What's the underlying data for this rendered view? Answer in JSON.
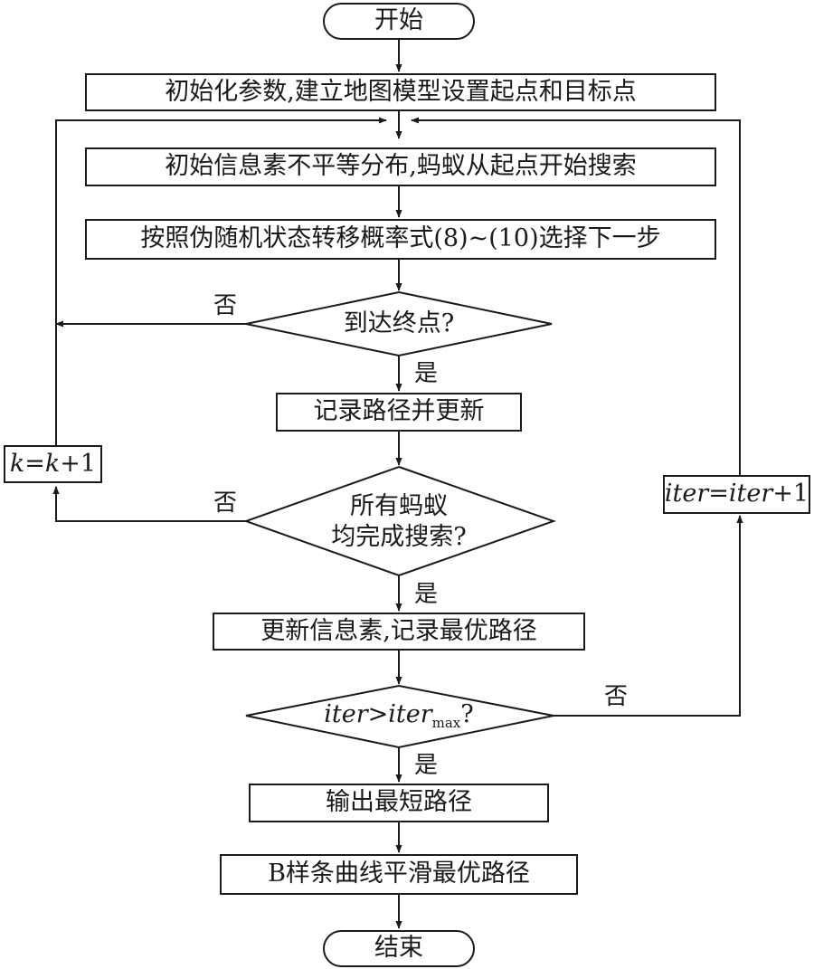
{
  "nodes": {
    "start": "开始",
    "init_params": "初始化参数,建立地图模型设置起点和目标点",
    "init_pheromone": "初始信息素不平等分布,蚂蚁从起点开始搜索",
    "select_next": "按照伪随机状态转移概率式(8)~(10)选择下一步",
    "reach_end": "到达终点?",
    "record_path": "记录路径并更新",
    "all_ants_line1": "所有蚂蚁",
    "all_ants_line2": "均完成搜索?",
    "update_pheromone": "更新信息素,记录最优路径",
    "iter_check": {
      "var1": "iter",
      "op": ">",
      "var2": "iter",
      "sub": "max",
      "q": "?"
    },
    "output_path": "输出最短路径",
    "bspline": "B样条曲线平滑最优路径",
    "end": "结束",
    "k_update": {
      "var": "k",
      "eq": "=",
      "var2": "k",
      "plus": "+1"
    },
    "iter_update": {
      "var": "iter",
      "eq": "=",
      "var2": "iter",
      "plus": "+1"
    }
  },
  "labels": {
    "no_reach": "否",
    "yes_reach": "是",
    "no_all": "否",
    "yes_all": "是",
    "no_iter": "否",
    "yes_iter": "是"
  },
  "colors": {
    "line": "#1a1a1a",
    "background": "#ffffff"
  }
}
